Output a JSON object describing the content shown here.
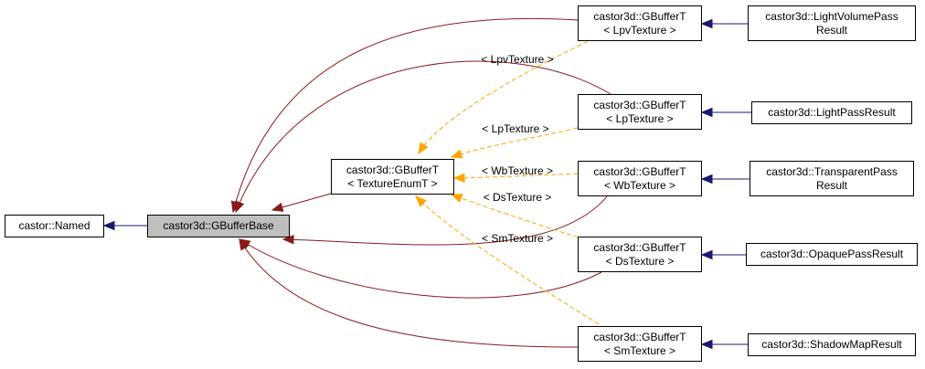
{
  "colors": {
    "inherit_edge": "#191970",
    "usage_edge": "#8b1a1a",
    "template_edge": "#ffa500",
    "highlight_fill": "#bfbfbf"
  },
  "nodes": {
    "named": [
      "castor::Named"
    ],
    "gbuffer_base": [
      "castor3d::GBufferBase"
    ],
    "gbuffer_template": [
      "castor3d::GBufferT",
      "< TextureEnumT >"
    ],
    "gbuffer_lpv": [
      "castor3d::GBufferT",
      "< LpvTexture >"
    ],
    "gbuffer_lp": [
      "castor3d::GBufferT",
      "< LpTexture >"
    ],
    "gbuffer_wb": [
      "castor3d::GBufferT",
      "< WbTexture >"
    ],
    "gbuffer_ds": [
      "castor3d::GBufferT",
      "< DsTexture >"
    ],
    "gbuffer_sm": [
      "castor3d::GBufferT",
      "< SmTexture >"
    ],
    "light_volume_pass_result": [
      "castor3d::LightVolumePass",
      "Result"
    ],
    "light_pass_result": [
      "castor3d::LightPassResult"
    ],
    "transparent_pass_result": [
      "castor3d::TransparentPass",
      "Result"
    ],
    "opaque_pass_result": [
      "castor3d::OpaquePassResult"
    ],
    "shadow_map_result": [
      "castor3d::ShadowMapResult"
    ]
  },
  "edge_labels": {
    "lpv": "< LpvTexture >",
    "lp": "< LpTexture >",
    "wb": "< WbTexture >",
    "ds": "< DsTexture >",
    "sm": "< SmTexture >"
  }
}
